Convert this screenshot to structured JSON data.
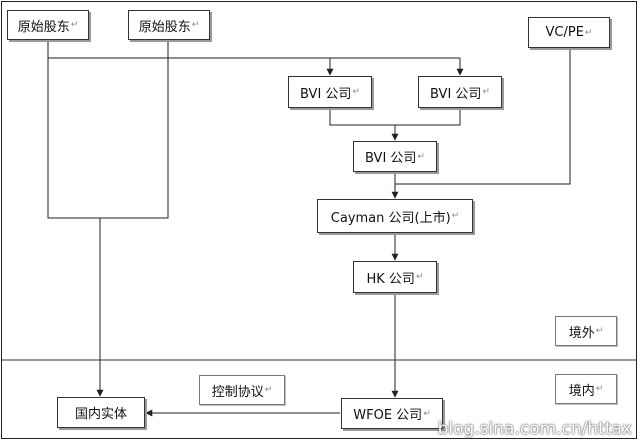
{
  "nodes": {
    "shareholder_1": "原始股东",
    "shareholder_2": "原始股东",
    "vcpe": "VC/PE",
    "bvi_1": "BVI 公司",
    "bvi_2": "BVI 公司",
    "bvi_3": "BVI 公司",
    "cayman": "Cayman 公司(上市)",
    "hk": "HK 公司",
    "wfoe": "WFOE 公司",
    "domestic_entity": "国内实体"
  },
  "labels": {
    "offshore": "境外",
    "onshore": "境内",
    "control_agreement": "控制协议"
  },
  "watermark": "blog.sina.com.cn/httax"
}
